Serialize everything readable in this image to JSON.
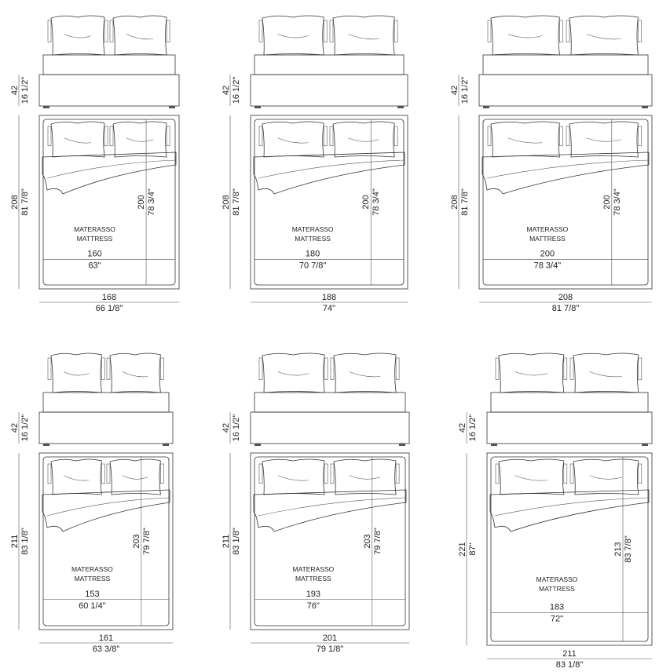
{
  "labels": {
    "mattress_it": "MATERASSO",
    "mattress_en": "MATTRESS"
  },
  "colors": {
    "base_fill": "#e2e2e2",
    "frame_fill": "#d9d9d9",
    "line": "#333333"
  },
  "beds": [
    {
      "height_cm": "42",
      "height_in": "16 1/2\"",
      "width_cm": "168",
      "width_in": "66 1/8\"",
      "length_cm": "208",
      "length_in": "81 7/8\"",
      "mattress_w_cm": "160",
      "mattress_w_in": "63\"",
      "mattress_l_cm": "200",
      "mattress_l_in": "78 3/4\""
    },
    {
      "height_cm": "42",
      "height_in": "16 1/2\"",
      "width_cm": "188",
      "width_in": "74\"",
      "length_cm": "208",
      "length_in": "81 7/8\"",
      "mattress_w_cm": "180",
      "mattress_w_in": "70 7/8\"",
      "mattress_l_cm": "200",
      "mattress_l_in": "78 3/4\""
    },
    {
      "height_cm": "42",
      "height_in": "16 1/2\"",
      "width_cm": "208",
      "width_in": "81 7/8\"",
      "length_cm": "208",
      "length_in": "81 7/8\"",
      "mattress_w_cm": "200",
      "mattress_w_in": "78 3/4\"",
      "mattress_l_cm": "200",
      "mattress_l_in": "78 3/4\""
    },
    {
      "height_cm": "42",
      "height_in": "16 1/2\"",
      "width_cm": "161",
      "width_in": "63 3/8\"",
      "length_cm": "211",
      "length_in": "83 1/8\"",
      "mattress_w_cm": "153",
      "mattress_w_in": "60 1/4\"",
      "mattress_l_cm": "203",
      "mattress_l_in": "79 7/8\""
    },
    {
      "height_cm": "42",
      "height_in": "16 1/2\"",
      "width_cm": "201",
      "width_in": "79 1/8\"",
      "length_cm": "211",
      "length_in": "83 1/8\"",
      "mattress_w_cm": "193",
      "mattress_w_in": "76\"",
      "mattress_l_cm": "203",
      "mattress_l_in": "79 7/8\""
    },
    {
      "height_cm": "42",
      "height_in": "16 1/2\"",
      "width_cm": "211",
      "width_in": "83 1/8\"",
      "length_cm": "221",
      "length_in": "87\"",
      "mattress_w_cm": "183",
      "mattress_w_in": "72\"",
      "mattress_l_cm": "213",
      "mattress_l_in": "83 7/8\""
    }
  ]
}
